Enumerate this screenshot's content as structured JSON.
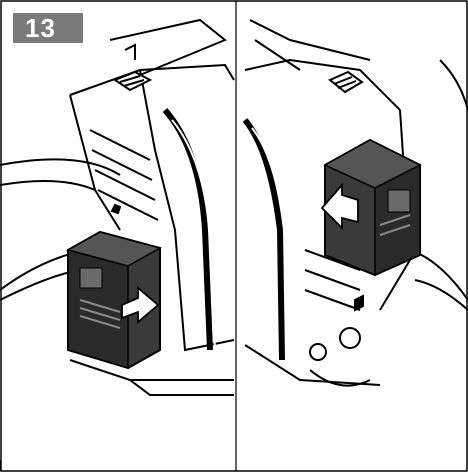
{
  "step": {
    "number": "13"
  },
  "panels": [
    {
      "name": "left",
      "battery_arrow": "right-arrow-icon"
    },
    {
      "name": "right",
      "battery_arrow": "left-arrow-icon"
    }
  ],
  "colors": {
    "badge": "#7a7a7a",
    "line": "#000000",
    "battery": "#3a3a3a"
  }
}
